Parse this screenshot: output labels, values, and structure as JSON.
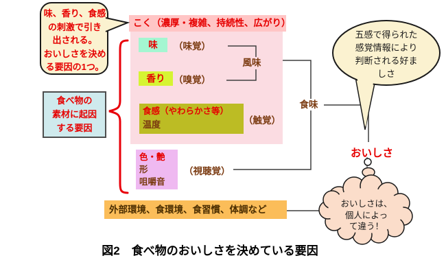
{
  "colors": {
    "line": "#3f3f3f",
    "red_text": "#e60000",
    "brown_text": "#7a3a10",
    "koku_strip_bg": "#ffc5c5",
    "pink_box_bg": "#fbdce2",
    "taste_chip_bg": "#a4f6d1",
    "smell_chip_bg": "#d6f433",
    "touch_box_bg": "#bcbc24",
    "visual_box_bg": "#efb9f1",
    "blue_box_bg": "#cfeaed",
    "orange_strip_bg": "#fbbd59",
    "bubble_bg": "#fbf2d0",
    "cloud_bg": "#fbddca",
    "brace": "#e8000a"
  },
  "left_bubble": {
    "lines": [
      "味、香り、食感",
      "の刺激で引き",
      "出される。",
      "おいしさを決め",
      "る要因の1つ。"
    ]
  },
  "koku_strip": {
    "text": "こく（濃厚・複雑、持続性、広がり）"
  },
  "senses": {
    "taste": {
      "chip": "味",
      "organ": "（味覚）"
    },
    "smell": {
      "chip": "香り",
      "organ": "（嗅覚）"
    },
    "touch": {
      "line1": "食感（やわらかさ等）",
      "line2": "温度",
      "organ": "（触覚）"
    },
    "visual": {
      "line1": "色・艶",
      "line2": "形",
      "line3": "咀嚼音",
      "organ": "（視聴覚）"
    }
  },
  "labels": {
    "fuumi": "風味",
    "shokumi": "食味",
    "oishisa": "おいしさ"
  },
  "blue_box": {
    "lines": [
      "食べ物の",
      "素材に起因",
      "する要因"
    ]
  },
  "ellipse_bubble": {
    "lines": [
      "五感で得られた",
      "感覚情報により",
      "判断される好ま",
      "しさ"
    ]
  },
  "cloud": {
    "lines": [
      "おいしさは、",
      "個人によっ",
      "て違う！"
    ]
  },
  "orange_strip": {
    "text": "外部環境、食環境、食習慣、体調など"
  },
  "caption": {
    "text": "図2　食べ物のおいしさを決めている要因"
  }
}
